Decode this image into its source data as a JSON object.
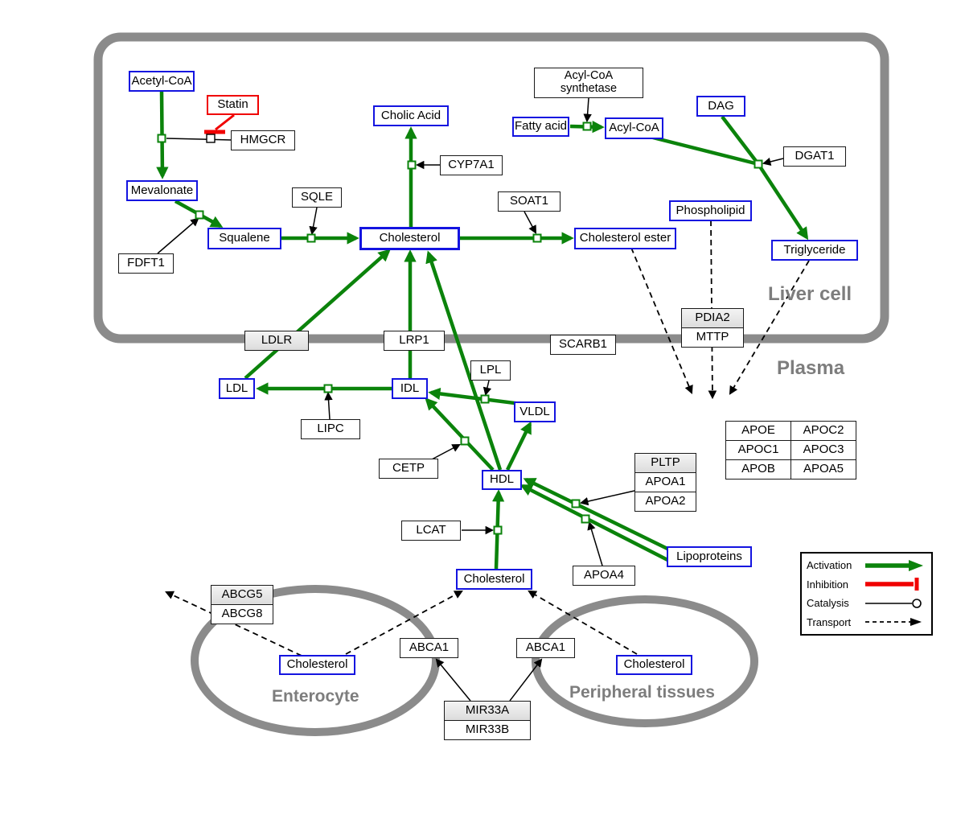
{
  "regions": {
    "liver_cell": "Liver cell",
    "plasma": "Plasma",
    "enterocyte": "Enterocyte",
    "peripheral_tissues": "Peripheral tissues"
  },
  "metabolites": {
    "acetyl_coa": "Acetyl-CoA",
    "mevalonate": "Mevalonate",
    "squalene": "Squalene",
    "cholic_acid": "Cholic Acid",
    "cholesterol_liver": "Cholesterol",
    "fatty_acid": "Fatty acid",
    "acyl_coa": "Acyl-CoA",
    "dag": "DAG",
    "phospholipid": "Phospholipid",
    "cholesterol_ester": "Cholesterol ester",
    "triglyceride": "Triglyceride",
    "ldl": "LDL",
    "idl": "IDL",
    "vldl": "VLDL",
    "hdl": "HDL",
    "cholesterol_plasma": "Cholesterol",
    "cholesterol_enterocyte": "Cholesterol",
    "cholesterol_peripheral": "Cholesterol",
    "lipoproteins": "Lipoproteins"
  },
  "drugs": {
    "statin": "Statin"
  },
  "proteins": {
    "hmgcr": "HMGCR",
    "sqle": "SQLE",
    "fdft1": "FDFT1",
    "cyp7a1": "CYP7A1",
    "soat1": "SOAT1",
    "acyl_coa_synthetase": "Acyl-CoA synthetase",
    "dgat1": "DGAT1",
    "pdia2": "PDIA2",
    "mttp": "MTTP",
    "ldlr": "LDLR",
    "lrp1": "LRP1",
    "scarb1": "SCARB1",
    "lpl": "LPL",
    "lipc": "LIPC",
    "cetp": "CETP",
    "lcat": "LCAT",
    "pltp": "PLTP",
    "apoa1": "APOA1",
    "apoa2": "APOA2",
    "apoa4": "APOA4",
    "apoe": "APOE",
    "apoc2": "APOC2",
    "apoc1": "APOC1",
    "apoc3": "APOC3",
    "apob": "APOB",
    "apoa5": "APOA5",
    "abcg5": "ABCG5",
    "abcg8": "ABCG8",
    "abca1_enterocyte": "ABCA1",
    "abca1_peripheral": "ABCA1",
    "mir33a": "MIR33A",
    "mir33b": "MIR33B"
  },
  "legend": {
    "activation": "Activation",
    "inhibition": "Inhibition",
    "catalysis": "Catalysis",
    "transport": "Transport"
  },
  "colors": {
    "activation_green": "#0b830b",
    "inhibition_red": "#f00000",
    "metabolite_border_blue": "#1414e0",
    "membrane_gray": "#8b8b8b",
    "region_label_gray": "#7d7d7d"
  }
}
